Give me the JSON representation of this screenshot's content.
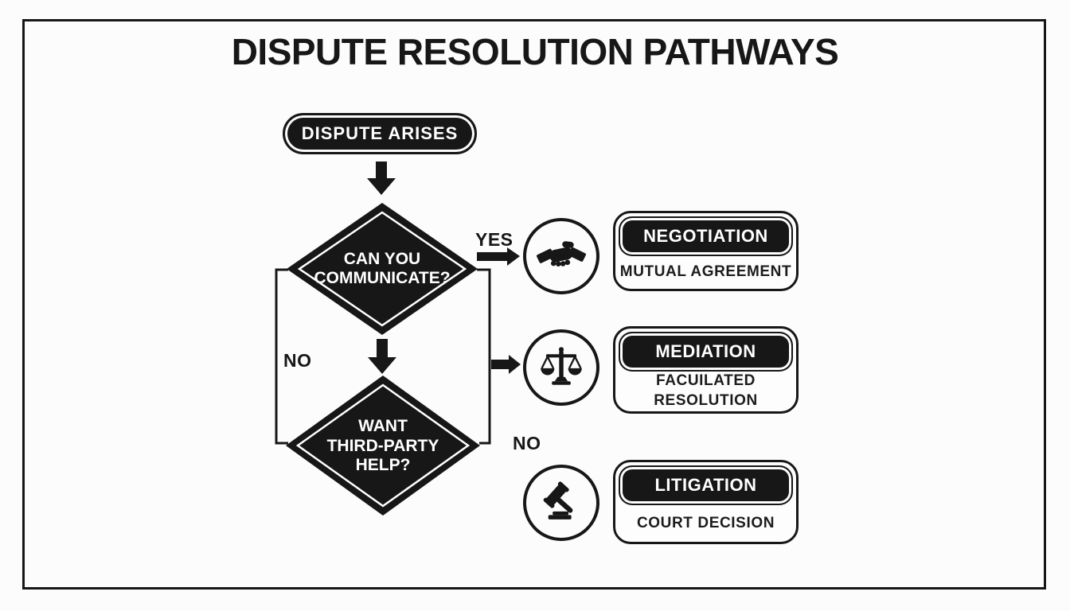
{
  "title": "DISPUTE RESOLUTION PATHWAYS",
  "colors": {
    "ink": "#171717",
    "paper": "#fcfcfc"
  },
  "flow": {
    "start_label": "DISPUTE ARISES",
    "decision1_line1": "CAN YOU",
    "decision1_line2": "COMMUNICATE?",
    "decision2_line1": "WANT",
    "decision2_line2": "THIRD-PARTY",
    "decision2_line3": "HELP?",
    "yes_label": "YES",
    "no_left_label": "NO",
    "no_bottom_label": "NO"
  },
  "outcomes": [
    {
      "icon": "handshake-icon",
      "title": "NEGOTIATION",
      "subtitle_lines": [
        "MUTUAL AGREEMENT"
      ]
    },
    {
      "icon": "scales-icon",
      "title": "MEDIATION",
      "subtitle_lines": [
        "FACUILATED",
        "RESOLUTION"
      ]
    },
    {
      "icon": "gavel-icon",
      "title": "LITIGATION",
      "subtitle_lines": [
        "COURT DECISION"
      ]
    }
  ]
}
